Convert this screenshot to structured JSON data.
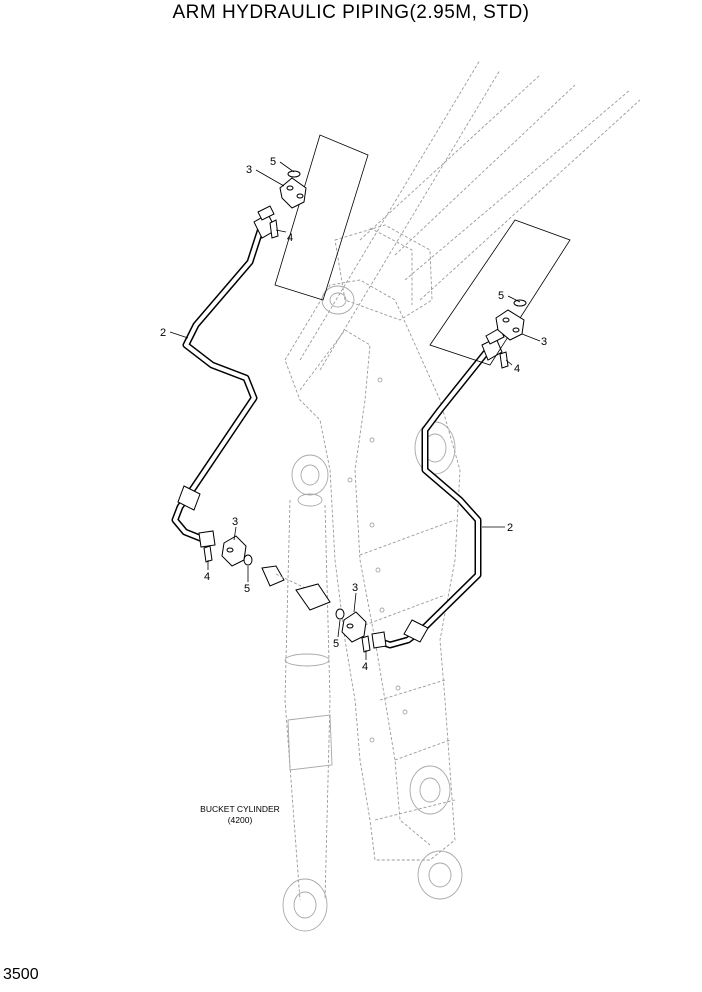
{
  "title": "ARM HYDRAULIC PIPING(2.95M, STD)",
  "page_number": "3500",
  "note": {
    "line1": "BUCKET CYLINDER",
    "line2": "(4200)"
  },
  "callouts": {
    "pipe": "2",
    "flange": "3",
    "bolt": "4",
    "oring": "5"
  }
}
